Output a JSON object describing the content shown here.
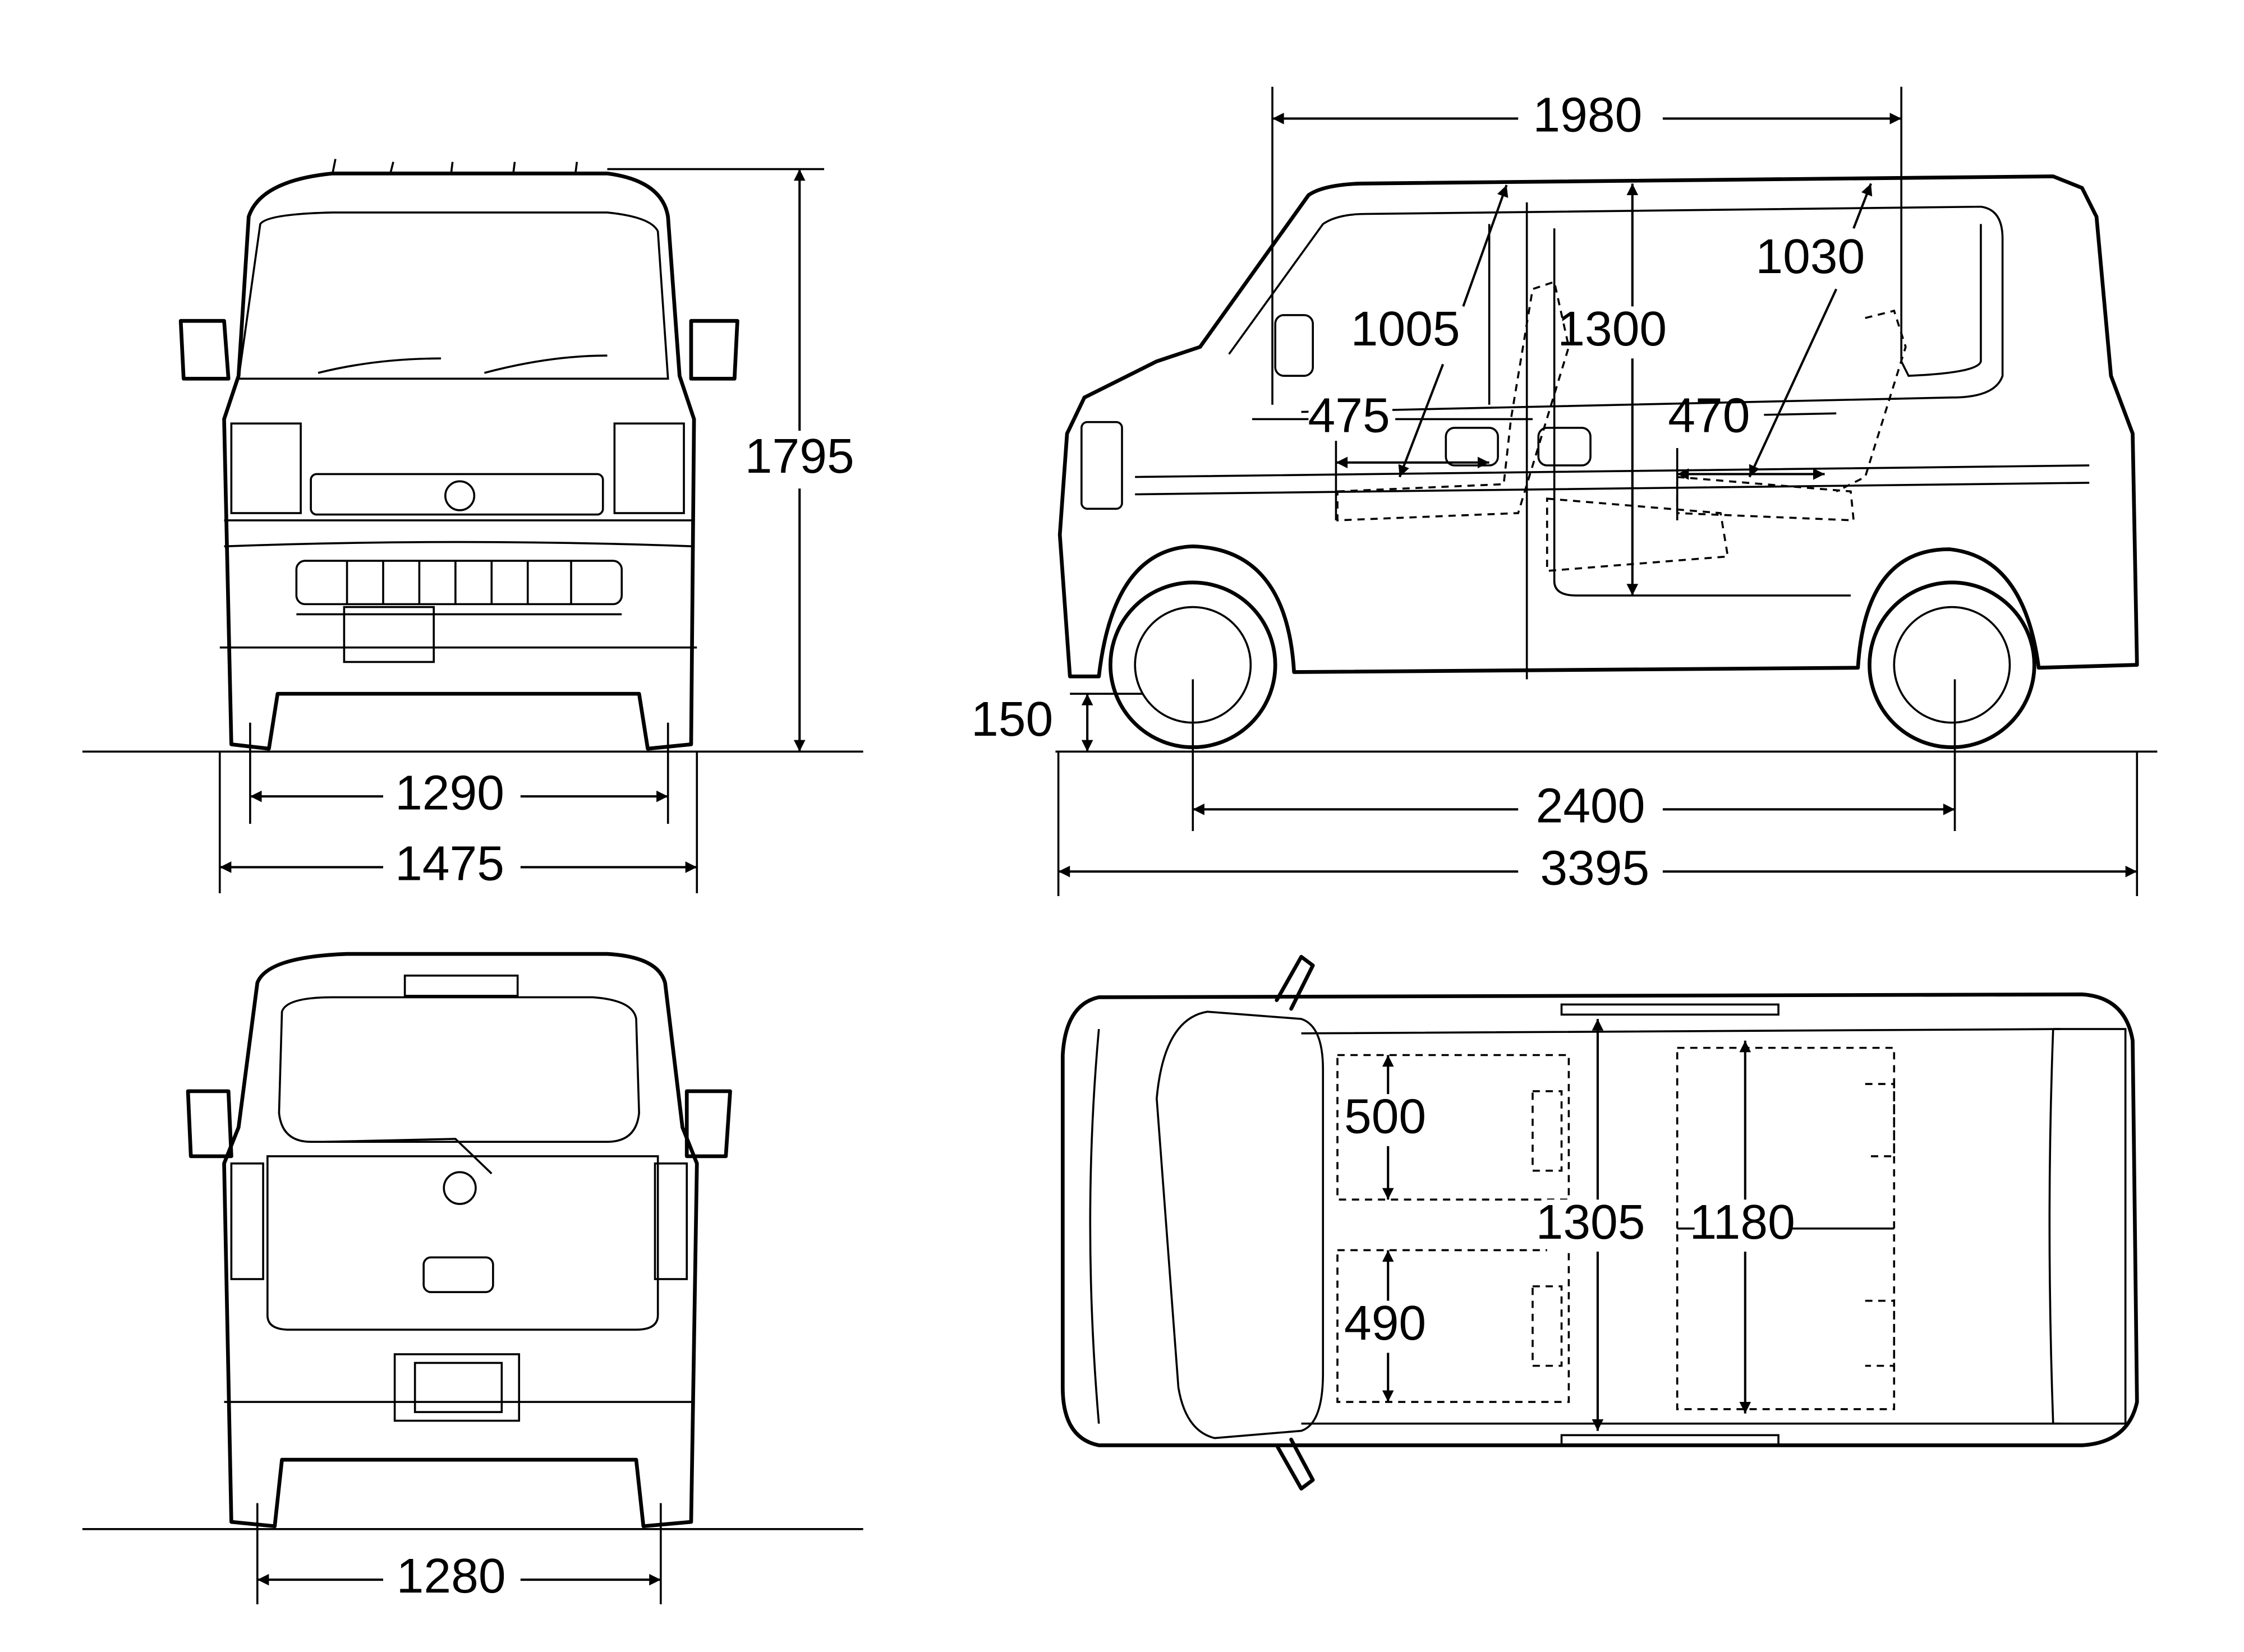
{
  "colors": {
    "line": "#000000",
    "background": "#ffffff"
  },
  "views": {
    "front": {
      "height": "1795",
      "tread": "1290",
      "width": "1475"
    },
    "side": {
      "roof_length": "1980",
      "ground_clearance": "150",
      "wheelbase": "2400",
      "length": "3395",
      "front_headroom": "1005",
      "interior_height": "1300",
      "rear_headroom": "1030",
      "front_legroom": "475",
      "rear_legroom": "470"
    },
    "rear": {
      "rear_tread": "1280"
    },
    "top": {
      "front_seat_width_upper": "500",
      "front_seat_width_lower": "490",
      "front_interior_width": "1305",
      "rear_interior_width": "1180"
    }
  }
}
